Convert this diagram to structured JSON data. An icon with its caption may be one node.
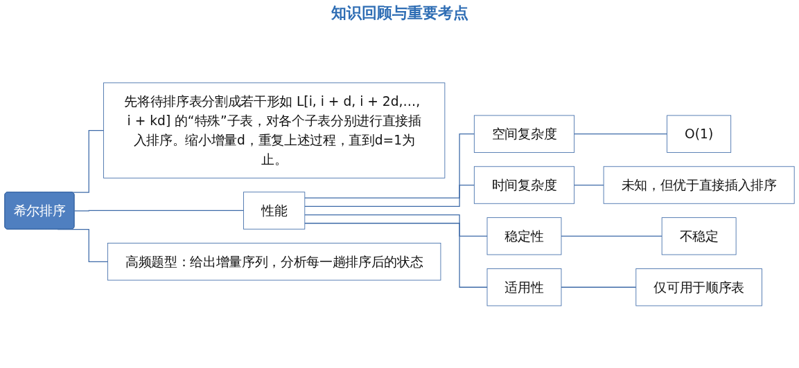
{
  "diagram": {
    "title": "知识回顾与重要考点",
    "nodes": [
      {
        "text": [
          "希尔排序"
        ]
      },
      {
        "text": [
          "先将待排序表分割成若干形如 L[i, i + d, i + 2d,…, i + kd] 的“特殊”子表，对各个子表分别进行直接插入排序。缩小增量d，重复上述过程，直到d=1为止。"
        ]
      },
      {
        "text": [
          "性能"
        ]
      },
      {
        "text": [
          "空间复杂度"
        ]
      },
      {
        "text": [
          "O(1)"
        ]
      },
      {
        "text": [
          "时间复杂度"
        ]
      },
      {
        "text": [
          "未知，但优于直接插入排序"
        ]
      },
      {
        "text": [
          "稳定性"
        ]
      },
      {
        "text": [
          "不稳定"
        ]
      },
      {
        "text": [
          "适用性"
        ]
      },
      {
        "text": [
          "仅可用于顺序表"
        ]
      },
      {
        "text": [
          "高频题型：给出增量序列，分析每一趟排序后的状态"
        ]
      }
    ],
    "edges": [
      {
        "from": 0,
        "to": 1,
        "arrow": "none"
      },
      {
        "from": 0,
        "to": 2,
        "arrow": "none"
      },
      {
        "from": 0,
        "to": 11,
        "arrow": "none"
      },
      {
        "from": 2,
        "to": 3,
        "arrow": "none"
      },
      {
        "from": 3,
        "to": 4,
        "arrow": "none"
      },
      {
        "from": 2,
        "to": 5,
        "arrow": "none"
      },
      {
        "from": 5,
        "to": 6,
        "arrow": "none"
      },
      {
        "from": 2,
        "to": 7,
        "arrow": "none"
      },
      {
        "from": 7,
        "to": 8,
        "arrow": "none"
      },
      {
        "from": 2,
        "to": 9,
        "arrow": "none"
      },
      {
        "from": 9,
        "to": 10,
        "arrow": "none"
      }
    ]
  }
}
